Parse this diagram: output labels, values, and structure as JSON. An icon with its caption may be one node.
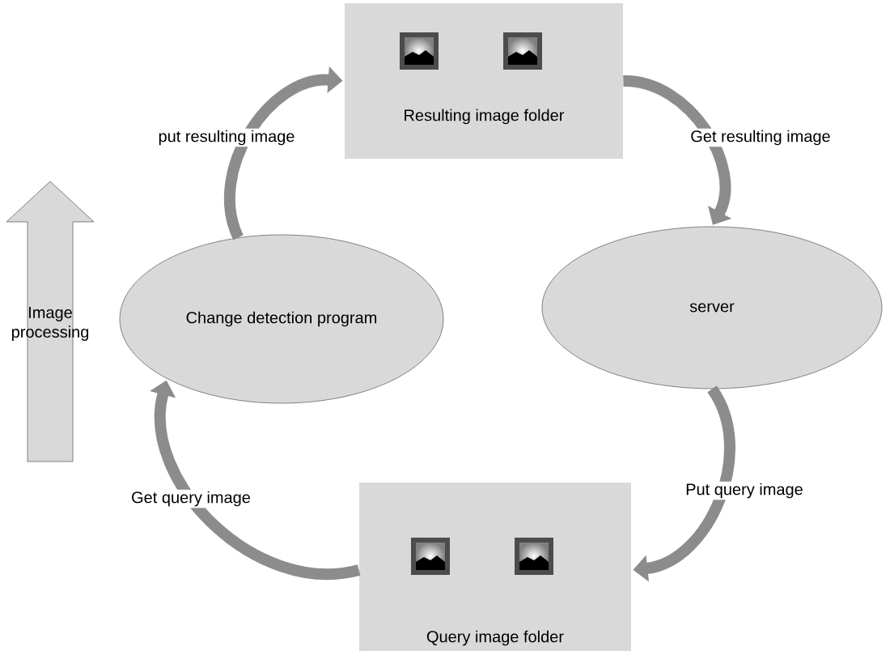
{
  "diagram": {
    "nodes": [
      {
        "text": [
          "Resulting image folder"
        ]
      },
      {
        "text": [
          "Image processing"
        ]
      },
      {
        "text": [
          "Change detection program"
        ]
      },
      {
        "text": [
          "server"
        ]
      },
      {
        "text": [
          "Query image folder"
        ]
      }
    ],
    "edges": [
      {
        "from": 2,
        "to": 0,
        "arrow": "to",
        "label": "put resulting image"
      },
      {
        "from": 0,
        "to": 3,
        "arrow": "to",
        "label": "Get resulting image"
      },
      {
        "from": 3,
        "to": 4,
        "arrow": "to",
        "label": "Put query image"
      },
      {
        "from": 4,
        "to": 2,
        "arrow": "to",
        "label": "Get query image"
      }
    ]
  }
}
